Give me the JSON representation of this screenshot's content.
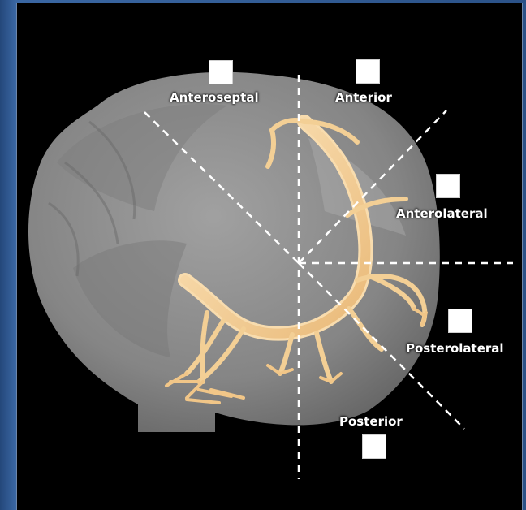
{
  "segments": {
    "anteroseptal": "Anteroseptal",
    "anterior": "Anterior",
    "anterolateral": "Anterolateral",
    "posterolateral": "Posterolateral",
    "posterior": "Posterior"
  },
  "colors": {
    "background": "#000000",
    "frame": "#2f5587",
    "heart": "#9a9a9a",
    "vessel": "#f4d29b",
    "divider": "#ffffff"
  }
}
